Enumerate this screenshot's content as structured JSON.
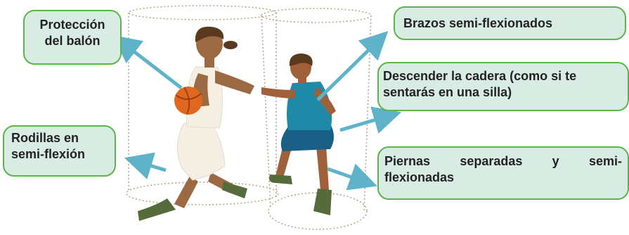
{
  "labels": {
    "proteccion": [
      "Protección",
      "del balón"
    ],
    "brazos": "Brazos semi-flexionados",
    "cadera": [
      "Descender la cadera (como si te",
      "sentarás en una silla)"
    ],
    "rodillas": [
      "Rodillas en",
      "semi-flexión"
    ],
    "piernas": [
      "Piernas separadas y semi-",
      "flexionadas"
    ]
  },
  "colors": {
    "box_fill": "#d9ece4",
    "box_border": "#5ab54b",
    "arrow": "#5fb3c9",
    "cylinder_outline": "#b8a98a",
    "ball": "#e0671e",
    "attacker_shirt": "#f4efe2",
    "attacker_skin": "#9b6a43",
    "attacker_hair": "#5a3a1e",
    "defender_shirt": "#1f8aa8",
    "defender_shorts": "#1a5f86",
    "defender_skin": "#a0603a",
    "shoes": "#556b3a"
  }
}
